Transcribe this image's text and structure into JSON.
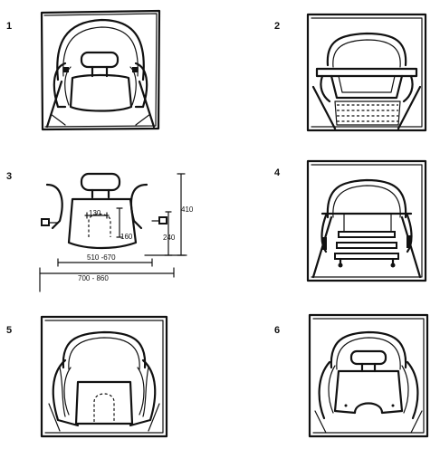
{
  "figures": [
    {
      "number": "1"
    },
    {
      "number": "2"
    },
    {
      "number": "3",
      "dimensions": [
        "130",
        "160",
        "240",
        "410",
        "510 -670",
        "700 - 860"
      ]
    },
    {
      "number": "4"
    },
    {
      "number": "5"
    },
    {
      "number": "6"
    }
  ]
}
